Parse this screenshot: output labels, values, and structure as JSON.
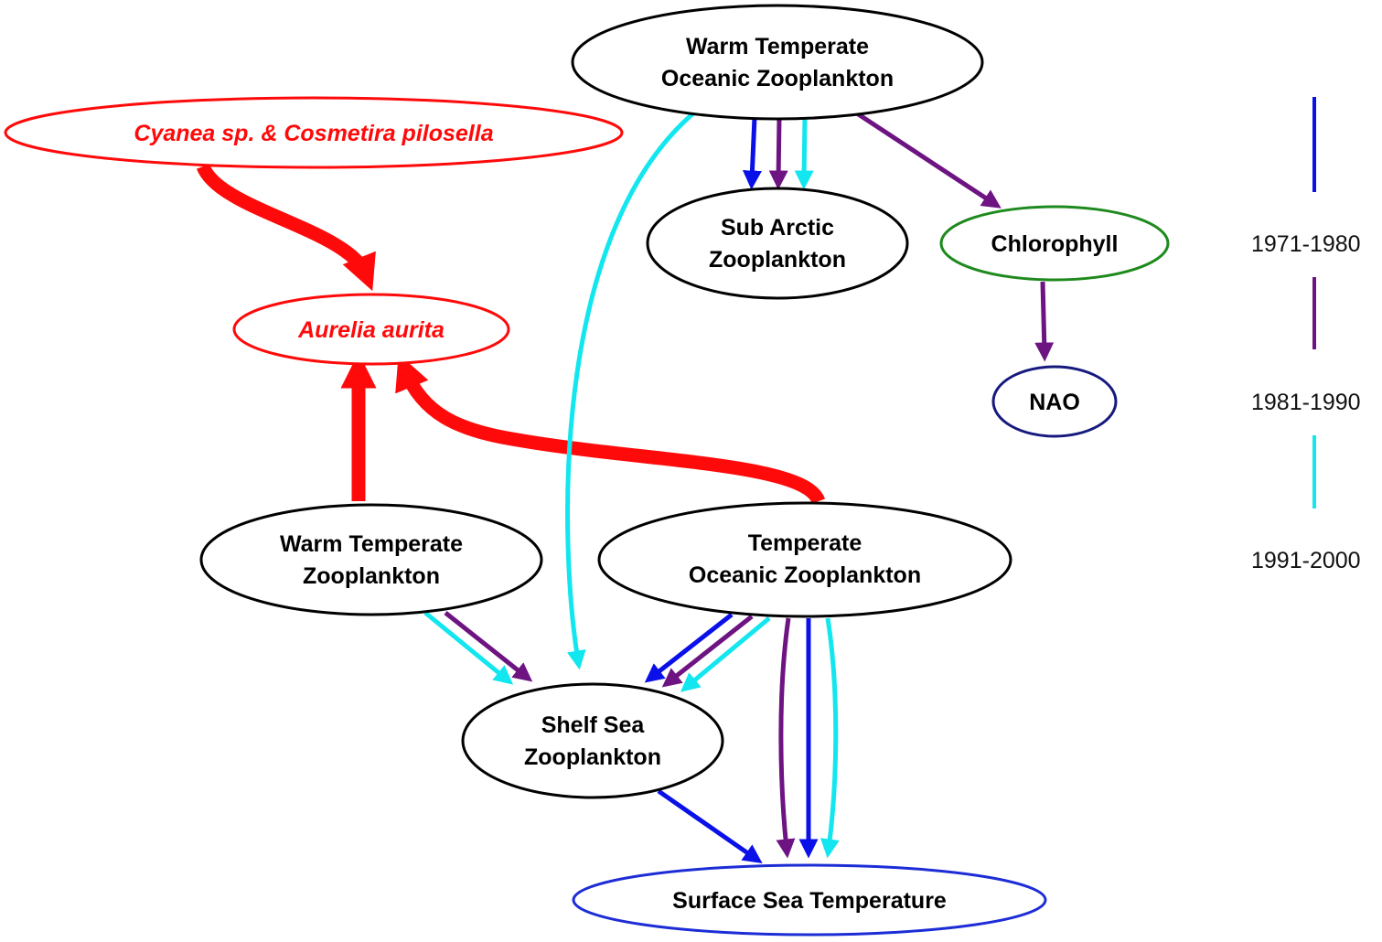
{
  "colors": {
    "period_1971_1980": "#0a10e8",
    "period_1981_1990": "#6e1382",
    "period_1991_2000": "#12e6ee",
    "jellyfish": "#ff0a0a",
    "chlorophyll": "#1e8a1e",
    "nao": "#161a7e",
    "sst": "#1d2dd6",
    "default_node": "#000000"
  },
  "nodes": {
    "warm_temperate_oceanic": {
      "lines": [
        "Warm Temperate",
        "Oceanic Zooplankton"
      ]
    },
    "cyanea": {
      "lines": [
        "Cyanea sp. & Cosmetira pilosella"
      ]
    },
    "sub_arctic": {
      "lines": [
        "Sub Arctic",
        "Zooplankton"
      ]
    },
    "chlorophyll": {
      "lines": [
        "Chlorophyll"
      ]
    },
    "aurelia": {
      "lines": [
        "Aurelia aurita"
      ]
    },
    "nao": {
      "lines": [
        "NAO"
      ]
    },
    "warm_temperate": {
      "lines": [
        "Warm Temperate",
        "Zooplankton"
      ]
    },
    "temperate_oceanic": {
      "lines": [
        "Temperate",
        "Oceanic Zooplankton"
      ]
    },
    "shelf_sea": {
      "lines": [
        "Shelf Sea",
        "Zooplankton"
      ]
    },
    "sst": {
      "lines": [
        "Surface Sea Temperature"
      ]
    }
  },
  "legend": [
    {
      "label": "1971-1980",
      "color_key": "period_1971_1980"
    },
    {
      "label": "1981-1990",
      "color_key": "period_1981_1990"
    },
    {
      "label": "1991-2000",
      "color_key": "period_1991_2000"
    }
  ],
  "edges": [
    {
      "from": "cyanea",
      "to": "aurelia",
      "color_key": "jellyfish",
      "weight": "heavy"
    },
    {
      "from": "warm_temperate",
      "to": "aurelia",
      "color_key": "jellyfish",
      "weight": "heavy"
    },
    {
      "from": "temperate_oceanic",
      "to": "aurelia",
      "color_key": "jellyfish",
      "weight": "heavy"
    },
    {
      "from": "warm_temperate_oceanic",
      "to": "sub_arctic",
      "color_key": "period_1971_1980"
    },
    {
      "from": "warm_temperate_oceanic",
      "to": "sub_arctic",
      "color_key": "period_1981_1990"
    },
    {
      "from": "warm_temperate_oceanic",
      "to": "sub_arctic",
      "color_key": "period_1991_2000"
    },
    {
      "from": "warm_temperate_oceanic",
      "to": "chlorophyll",
      "color_key": "period_1981_1990"
    },
    {
      "from": "warm_temperate_oceanic",
      "to": "shelf_sea",
      "color_key": "period_1991_2000"
    },
    {
      "from": "chlorophyll",
      "to": "nao",
      "color_key": "period_1981_1990"
    },
    {
      "from": "warm_temperate",
      "to": "shelf_sea",
      "color_key": "period_1991_2000"
    },
    {
      "from": "warm_temperate",
      "to": "shelf_sea",
      "color_key": "period_1981_1990"
    },
    {
      "from": "temperate_oceanic",
      "to": "shelf_sea",
      "color_key": "period_1971_1980"
    },
    {
      "from": "temperate_oceanic",
      "to": "shelf_sea",
      "color_key": "period_1981_1990"
    },
    {
      "from": "temperate_oceanic",
      "to": "shelf_sea",
      "color_key": "period_1991_2000"
    },
    {
      "from": "temperate_oceanic",
      "to": "sst",
      "color_key": "period_1981_1990"
    },
    {
      "from": "temperate_oceanic",
      "to": "sst",
      "color_key": "period_1971_1980"
    },
    {
      "from": "temperate_oceanic",
      "to": "sst",
      "color_key": "period_1991_2000"
    },
    {
      "from": "shelf_sea",
      "to": "sst",
      "color_key": "period_1971_1980"
    }
  ]
}
